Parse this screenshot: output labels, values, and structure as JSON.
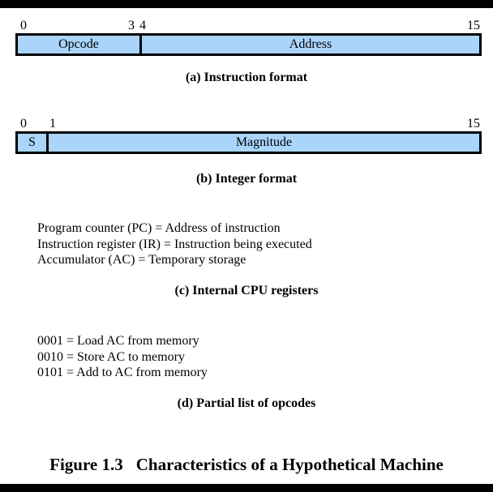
{
  "colors": {
    "field_fill": "#aad4fa",
    "border": "#000000",
    "frame_bar": "#000000"
  },
  "instruction_format": {
    "bit_labels": [
      "0",
      "3",
      "4",
      "15"
    ],
    "fields": [
      {
        "label": "Opcode"
      },
      {
        "label": "Address"
      }
    ],
    "caption": "(a) Instruction format"
  },
  "integer_format": {
    "bit_labels": [
      "0",
      "1",
      "15"
    ],
    "fields": [
      {
        "label": "S"
      },
      {
        "label": "Magnitude"
      }
    ],
    "caption": "(b) Integer format"
  },
  "cpu_registers": {
    "lines": [
      "Program counter (PC) = Address of instruction",
      "Instruction register (IR) = Instruction being executed",
      "Accumulator (AC) = Temporary storage"
    ],
    "caption": "(c) Internal CPU registers"
  },
  "opcodes": {
    "lines": [
      "0001 = Load AC from memory",
      "0010 = Store AC to memory",
      "0101 = Add to AC from memory"
    ],
    "caption": "(d) Partial list of opcodes"
  },
  "figure": {
    "label": "Figure 1.3",
    "title": "Characteristics of a Hypothetical Machine"
  }
}
